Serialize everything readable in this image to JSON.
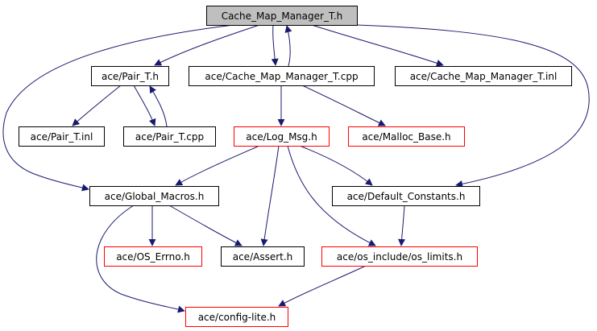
{
  "colors": {
    "edge": "#191970",
    "node_border_default": "#000000",
    "node_border_undocumented": "#ff0000",
    "root_fill": "#bfbfbf",
    "node_fill": "#ffffff"
  },
  "nodes": [
    {
      "id": "root",
      "label": "Cache_Map_Manager_T.h",
      "kind": "root"
    },
    {
      "id": "pair_h",
      "label": "ace/Pair_T.h",
      "kind": "default"
    },
    {
      "id": "cmm_cpp",
      "label": "ace/Cache_Map_Manager_T.cpp",
      "kind": "default"
    },
    {
      "id": "cmm_inl",
      "label": "ace/Cache_Map_Manager_T.inl",
      "kind": "default"
    },
    {
      "id": "pair_inl",
      "label": "ace/Pair_T.inl",
      "kind": "default"
    },
    {
      "id": "pair_cpp",
      "label": "ace/Pair_T.cpp",
      "kind": "default"
    },
    {
      "id": "log_msg",
      "label": "ace/Log_Msg.h",
      "kind": "undocumented"
    },
    {
      "id": "malloc_base",
      "label": "ace/Malloc_Base.h",
      "kind": "undocumented"
    },
    {
      "id": "global_macros",
      "label": "ace/Global_Macros.h",
      "kind": "default"
    },
    {
      "id": "default_constants",
      "label": "ace/Default_Constants.h",
      "kind": "default"
    },
    {
      "id": "os_errno",
      "label": "ace/OS_Errno.h",
      "kind": "undocumented"
    },
    {
      "id": "assert",
      "label": "ace/Assert.h",
      "kind": "default"
    },
    {
      "id": "os_limits",
      "label": "ace/os_include/os_limits.h",
      "kind": "undocumented"
    },
    {
      "id": "config_lite",
      "label": "ace/config-lite.h",
      "kind": "undocumented"
    }
  ],
  "edges": [
    {
      "from": "root",
      "to": "pair_h"
    },
    {
      "from": "root",
      "to": "cmm_cpp"
    },
    {
      "from": "cmm_cpp",
      "to": "root"
    },
    {
      "from": "root",
      "to": "cmm_inl"
    },
    {
      "from": "root",
      "to": "global_macros"
    },
    {
      "from": "root",
      "to": "default_constants"
    },
    {
      "from": "pair_h",
      "to": "pair_inl"
    },
    {
      "from": "pair_h",
      "to": "pair_cpp"
    },
    {
      "from": "pair_cpp",
      "to": "pair_h"
    },
    {
      "from": "cmm_cpp",
      "to": "log_msg"
    },
    {
      "from": "cmm_cpp",
      "to": "malloc_base"
    },
    {
      "from": "log_msg",
      "to": "global_macros"
    },
    {
      "from": "log_msg",
      "to": "default_constants"
    },
    {
      "from": "log_msg",
      "to": "assert"
    },
    {
      "from": "log_msg",
      "to": "os_limits"
    },
    {
      "from": "global_macros",
      "to": "os_errno"
    },
    {
      "from": "global_macros",
      "to": "assert"
    },
    {
      "from": "global_macros",
      "to": "config_lite"
    },
    {
      "from": "default_constants",
      "to": "os_limits"
    },
    {
      "from": "os_limits",
      "to": "config_lite"
    }
  ]
}
